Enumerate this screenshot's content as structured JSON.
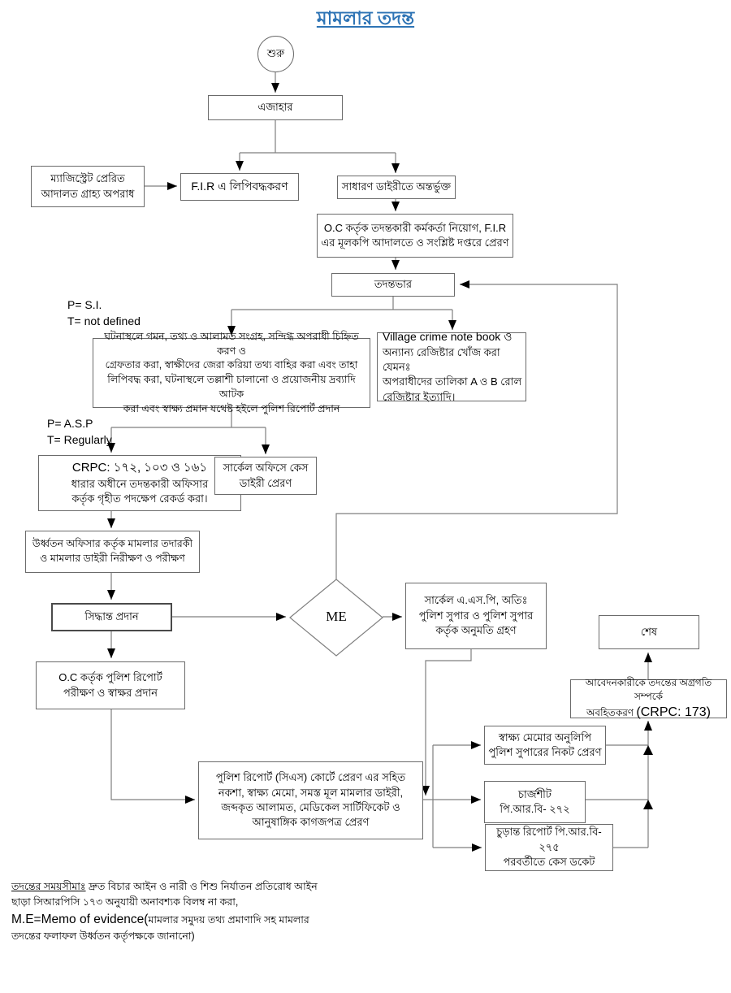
{
  "title": {
    "text": "মামলার তদন্ত",
    "color": "#2E74B5"
  },
  "colors": {
    "line": "#7f7f7f",
    "border": "#6b6b6b",
    "arrow": "#000000",
    "text": "#000000",
    "background": "#FFFFFF"
  },
  "annotations": {
    "si": {
      "line1": "P= S.I.",
      "line2": "T= not defined"
    },
    "asp": {
      "line1": "P= A.S.P",
      "line2": "T= Regularly"
    }
  },
  "nodes": {
    "start": {
      "label": "শুরু"
    },
    "ejahar": {
      "label": "এজাহার"
    },
    "magistrate": {
      "lines": [
        "ম্যাজিস্ট্রেট প্রেরিত",
        "আদালত গ্রাহ্য অপরাধ"
      ]
    },
    "fir": {
      "label": "F.I.R এ লিপিবদ্ধকরণ"
    },
    "general_diary": {
      "label": "সাধারণ ডাইরীতে অন্তর্ভুক্ত"
    },
    "oc_assign": {
      "lines": [
        "O.C কর্তৃক তদন্তকারী কর্মকর্তা নিয়োগ, F.I.R",
        "এর মূলকপি আদালতে ও সংশ্লিষ্ট দপ্তরে প্রেরণ"
      ]
    },
    "charge": {
      "label": "তদন্তভার"
    },
    "scene": {
      "lines": [
        "ঘটনাস্থলে গমন, তথ্য ও আলামত সংগ্রহ, সন্দিগ্ধ অপরাধী চিহ্নিত করণ ও",
        "গ্রেফতার করা, স্বাক্ষীদের জেরা করিয়া তথ্য বাহির করা এবং তাহা",
        "লিপিবদ্ধ করা, ঘটনাস্থলে তল্লাশী চালানো ও প্রয়োজনীয় দ্রব্যাদি আটক",
        "করা এবং স্বাক্ষ্য প্রমান যথেষ্ট হইলে পুলিশ রিপোর্ট প্রদান"
      ]
    },
    "village": {
      "lines": [
        "Village crime note book ও",
        "অন্যান্য রেজিষ্টার খোঁজ করা যেমনঃ",
        "অপরাধীদের তালিকা A ও B রোল",
        "রেজিষ্টার ইত্যাদি।"
      ]
    },
    "crpc": {
      "lines": [
        "CRPC: ১৭২, ১০৩ ও ১৬১",
        "ধারার অধীনে তদন্তকারী অফিসার",
        "কর্তৃক গৃহীত পদক্ষেপ রেকর্ড করা।"
      ]
    },
    "circle_office": {
      "lines": [
        "সার্কেল অফিসে কেস",
        "ডাইরী প্রেরণ"
      ]
    },
    "senior_officer": {
      "lines": [
        "উর্ধ্বতন অফিসার কর্তৃক মামলার তদারকী",
        "ও মামলার ডাইরী নিরীক্ষণ ও পরীক্ষণ"
      ]
    },
    "decision": {
      "label": "সিদ্ধান্ত প্রদান"
    },
    "me": {
      "label": "ME"
    },
    "permission": {
      "lines": [
        "সার্কেল এ.এস.পি, অতিঃ",
        "পুলিশ সুপার ও পুলিশ সুপার",
        "কর্তৃক অনুমতি গ্রহণ"
      ]
    },
    "end": {
      "label": "শেষ"
    },
    "inform": {
      "line1": "আবেদনকারীকে তদন্তের অগ্রগতি সম্পর্কে",
      "line2_bn": "অবহিতকরণ ",
      "line2_latin": "(CRPC: 173)"
    },
    "oc_report": {
      "lines": [
        "O.C কর্তৃক পুলিশ রিপোর্ট",
        "পরীক্ষণ ও স্বাক্ষর প্রদান"
      ]
    },
    "cs_court": {
      "lines": [
        "পুলিশ রিপোর্ট (সিএস) কোর্টে প্রেরণ এর সহিত",
        "নকশা, স্বাক্ষ্য মেমো, সমস্ত মূল মামলার ডাইরী,",
        "জব্দকৃত আলামত, মেডিকেল সার্টিফিকেট ও",
        "আনুষাঙ্গিক কাগজপত্র প্রেরণ"
      ]
    },
    "memo_copy": {
      "lines": [
        "স্বাক্ষ্য মেমোর অনুলিপি",
        "পুলিশ সুপারের নিকট প্রেরণ"
      ]
    },
    "chargesheet": {
      "lines": [
        "চার্জশীট",
        "পি.আর.বি- ২৭২"
      ]
    },
    "final_report": {
      "lines": [
        "চুড়ান্ত রিপোর্ট পি.আর.বি-",
        "২৭৫",
        "পরবর্তীতে কেস ডকেট"
      ]
    }
  },
  "footnote": {
    "heading": "তদন্তের সময়সীমাঃ",
    "line1_rest": " দ্রুত বিচার আইন ও নারী ও শিশু নির্যাতন প্রতিরোধ আইন",
    "line2": "ছাড়া সিআরপিসি ১৭৩ অনুযায়ী অনাবশ্যক বিলম্ব না করা,",
    "line3_latin": "M.E=Memo of evidence(",
    "line3_bn": "মামলার সমুদয় তথ্য প্রমাণাদি সহ মামলার",
    "line4": "তদন্তের ফলাফল উর্ধ্বতন কর্তৃপক্ষকে জানানো)"
  }
}
